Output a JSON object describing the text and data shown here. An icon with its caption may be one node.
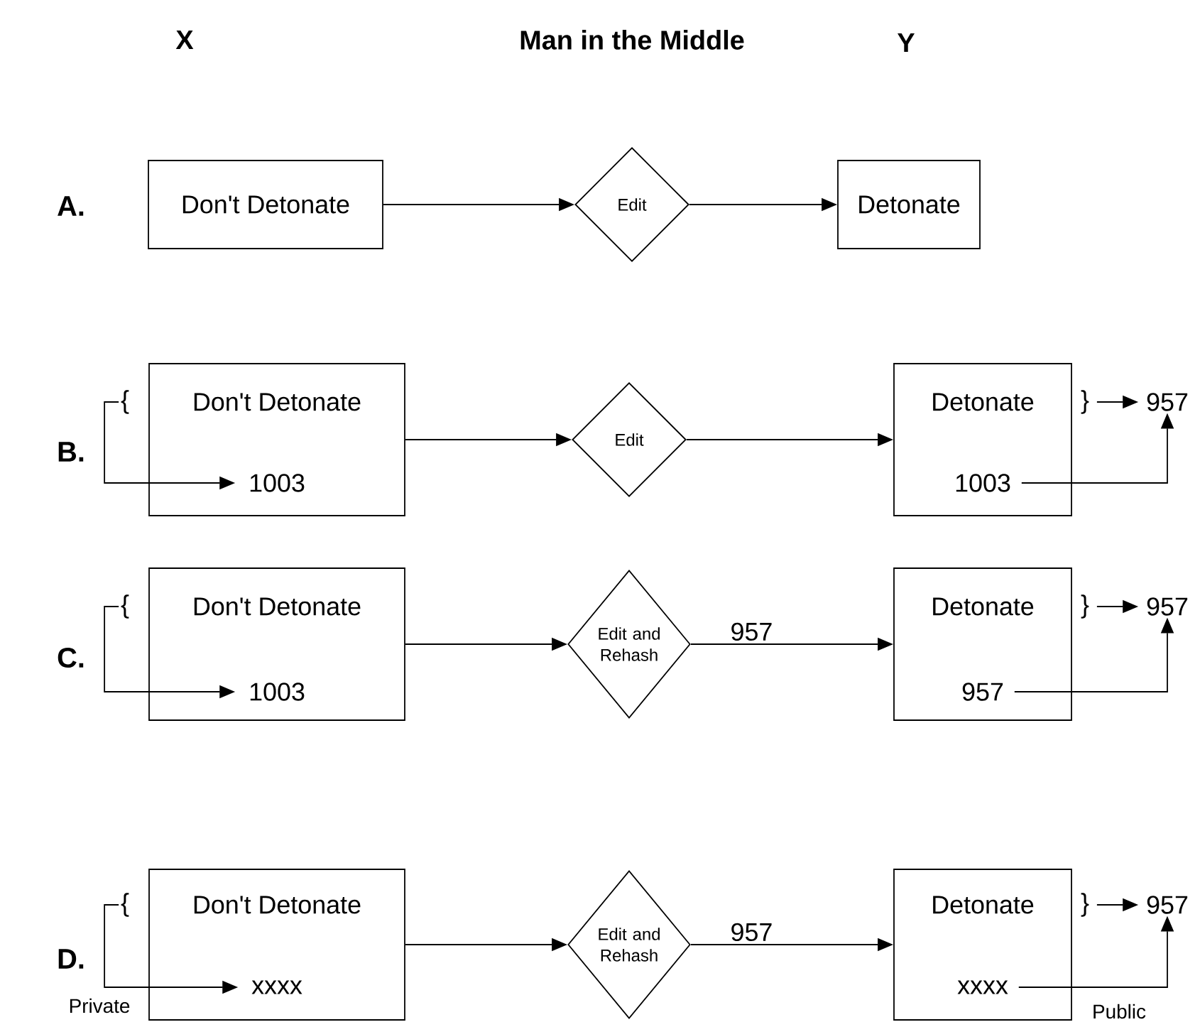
{
  "diagram": {
    "title": "Man in the Middle",
    "nodes": [
      {
        "text": [
          "Don't Detonate"
        ]
      },
      {
        "text": [
          "Edit"
        ]
      },
      {
        "text": [
          "Detonate"
        ]
      },
      {
        "text": [
          "{"
        ]
      },
      {
        "text": [
          "Don't Detonate"
        ]
      },
      {
        "text": [
          "1003"
        ],
        "in": 4
      },
      {
        "text": [
          "Edit"
        ]
      },
      {
        "text": [
          "Detonate"
        ]
      },
      {
        "text": [
          "1003"
        ],
        "in": 7
      },
      {
        "text": [
          "}"
        ]
      },
      {
        "text": [
          "957"
        ]
      },
      {
        "text": [
          "{"
        ]
      },
      {
        "text": [
          "Don't Detonate"
        ]
      },
      {
        "text": [
          "1003"
        ],
        "in": 12
      },
      {
        "text": [
          "Edit and Rehash"
        ]
      },
      {
        "text": [
          "Detonate"
        ]
      },
      {
        "text": [
          "957"
        ],
        "in": 15
      },
      {
        "text": [
          "}"
        ]
      },
      {
        "text": [
          "957"
        ]
      },
      {
        "text": [
          "{"
        ]
      },
      {
        "text": [
          "Don't Detonate"
        ]
      },
      {
        "text": [
          "xxxx"
        ],
        "in": 20
      },
      {
        "text": [
          "Edit and Rehash"
        ]
      },
      {
        "text": [
          "Detonate"
        ]
      },
      {
        "text": [
          "xxxx"
        ],
        "in": 23
      },
      {
        "text": [
          "}"
        ]
      },
      {
        "text": [
          "957"
        ]
      }
    ],
    "edges": [
      {
        "from": 0,
        "to": 1,
        "arrow": "to"
      },
      {
        "from": 1,
        "to": 2,
        "arrow": "to"
      },
      {
        "from": 3,
        "to": 5,
        "arrow": "to"
      },
      {
        "from": 4,
        "to": 6,
        "arrow": "to"
      },
      {
        "from": 6,
        "to": 7,
        "arrow": "to"
      },
      {
        "from": 9,
        "to": 10,
        "arrow": "to"
      },
      {
        "from": 8,
        "to": 10,
        "arrow": "to"
      },
      {
        "from": 11,
        "to": 13,
        "arrow": "to"
      },
      {
        "from": 12,
        "to": 14,
        "arrow": "to"
      },
      {
        "from": 14,
        "to": 15,
        "label": "957",
        "arrow": "to"
      },
      {
        "from": 17,
        "to": 18,
        "arrow": "to"
      },
      {
        "from": 16,
        "to": 18,
        "arrow": "to"
      },
      {
        "from": 19,
        "to": 21,
        "arrow": "to"
      },
      {
        "from": 20,
        "to": 22,
        "arrow": "to"
      },
      {
        "from": 22,
        "to": 23,
        "label": "957",
        "arrow": "to"
      },
      {
        "from": 25,
        "to": 26,
        "arrow": "to"
      },
      {
        "from": 24,
        "to": 26,
        "arrow": "to"
      }
    ],
    "labels": [
      "X",
      "Y",
      "A.",
      "B.",
      "C.",
      "D.",
      "Private",
      "Public"
    ]
  }
}
